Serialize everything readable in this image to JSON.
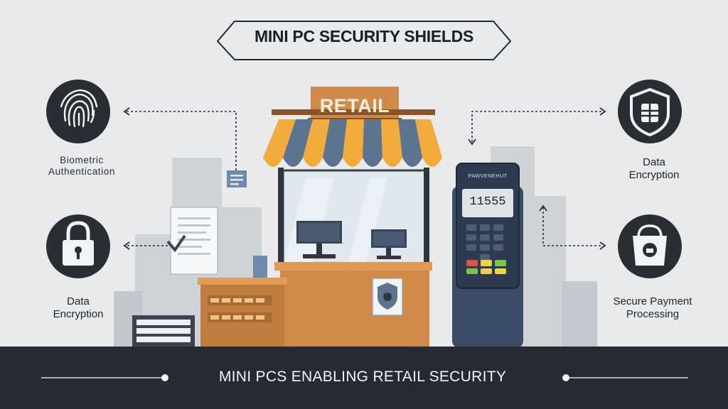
{
  "title": "MINI PC SECURITY SHIELDS",
  "store_sign": "RETAIL",
  "terminal": {
    "brand": "PAWVENEHUT",
    "screen": "11555"
  },
  "features": {
    "left_top": {
      "label": "Biometric\nAuthentication",
      "icon": "fingerprint-icon"
    },
    "left_bottom": {
      "label": "Data\nEncryption",
      "icon": "padlock-icon"
    },
    "right_top": {
      "label": "Data\nEncryption",
      "icon": "shield-icon"
    },
    "right_bottom": {
      "label": "Secure Payment\nProcessing",
      "icon": "shopping-bag-icon"
    }
  },
  "footer": "MINI PCS ENABLING RETAIL SECURITY",
  "colors": {
    "background": "#e9eaec",
    "footer_band": "#262a31",
    "icon_circle": "#2a2e34",
    "awning_orange": "#f2ac3c",
    "awning_blue": "#5d7491",
    "counter": "#cf8a4a",
    "terminal": "#3b4c66"
  }
}
